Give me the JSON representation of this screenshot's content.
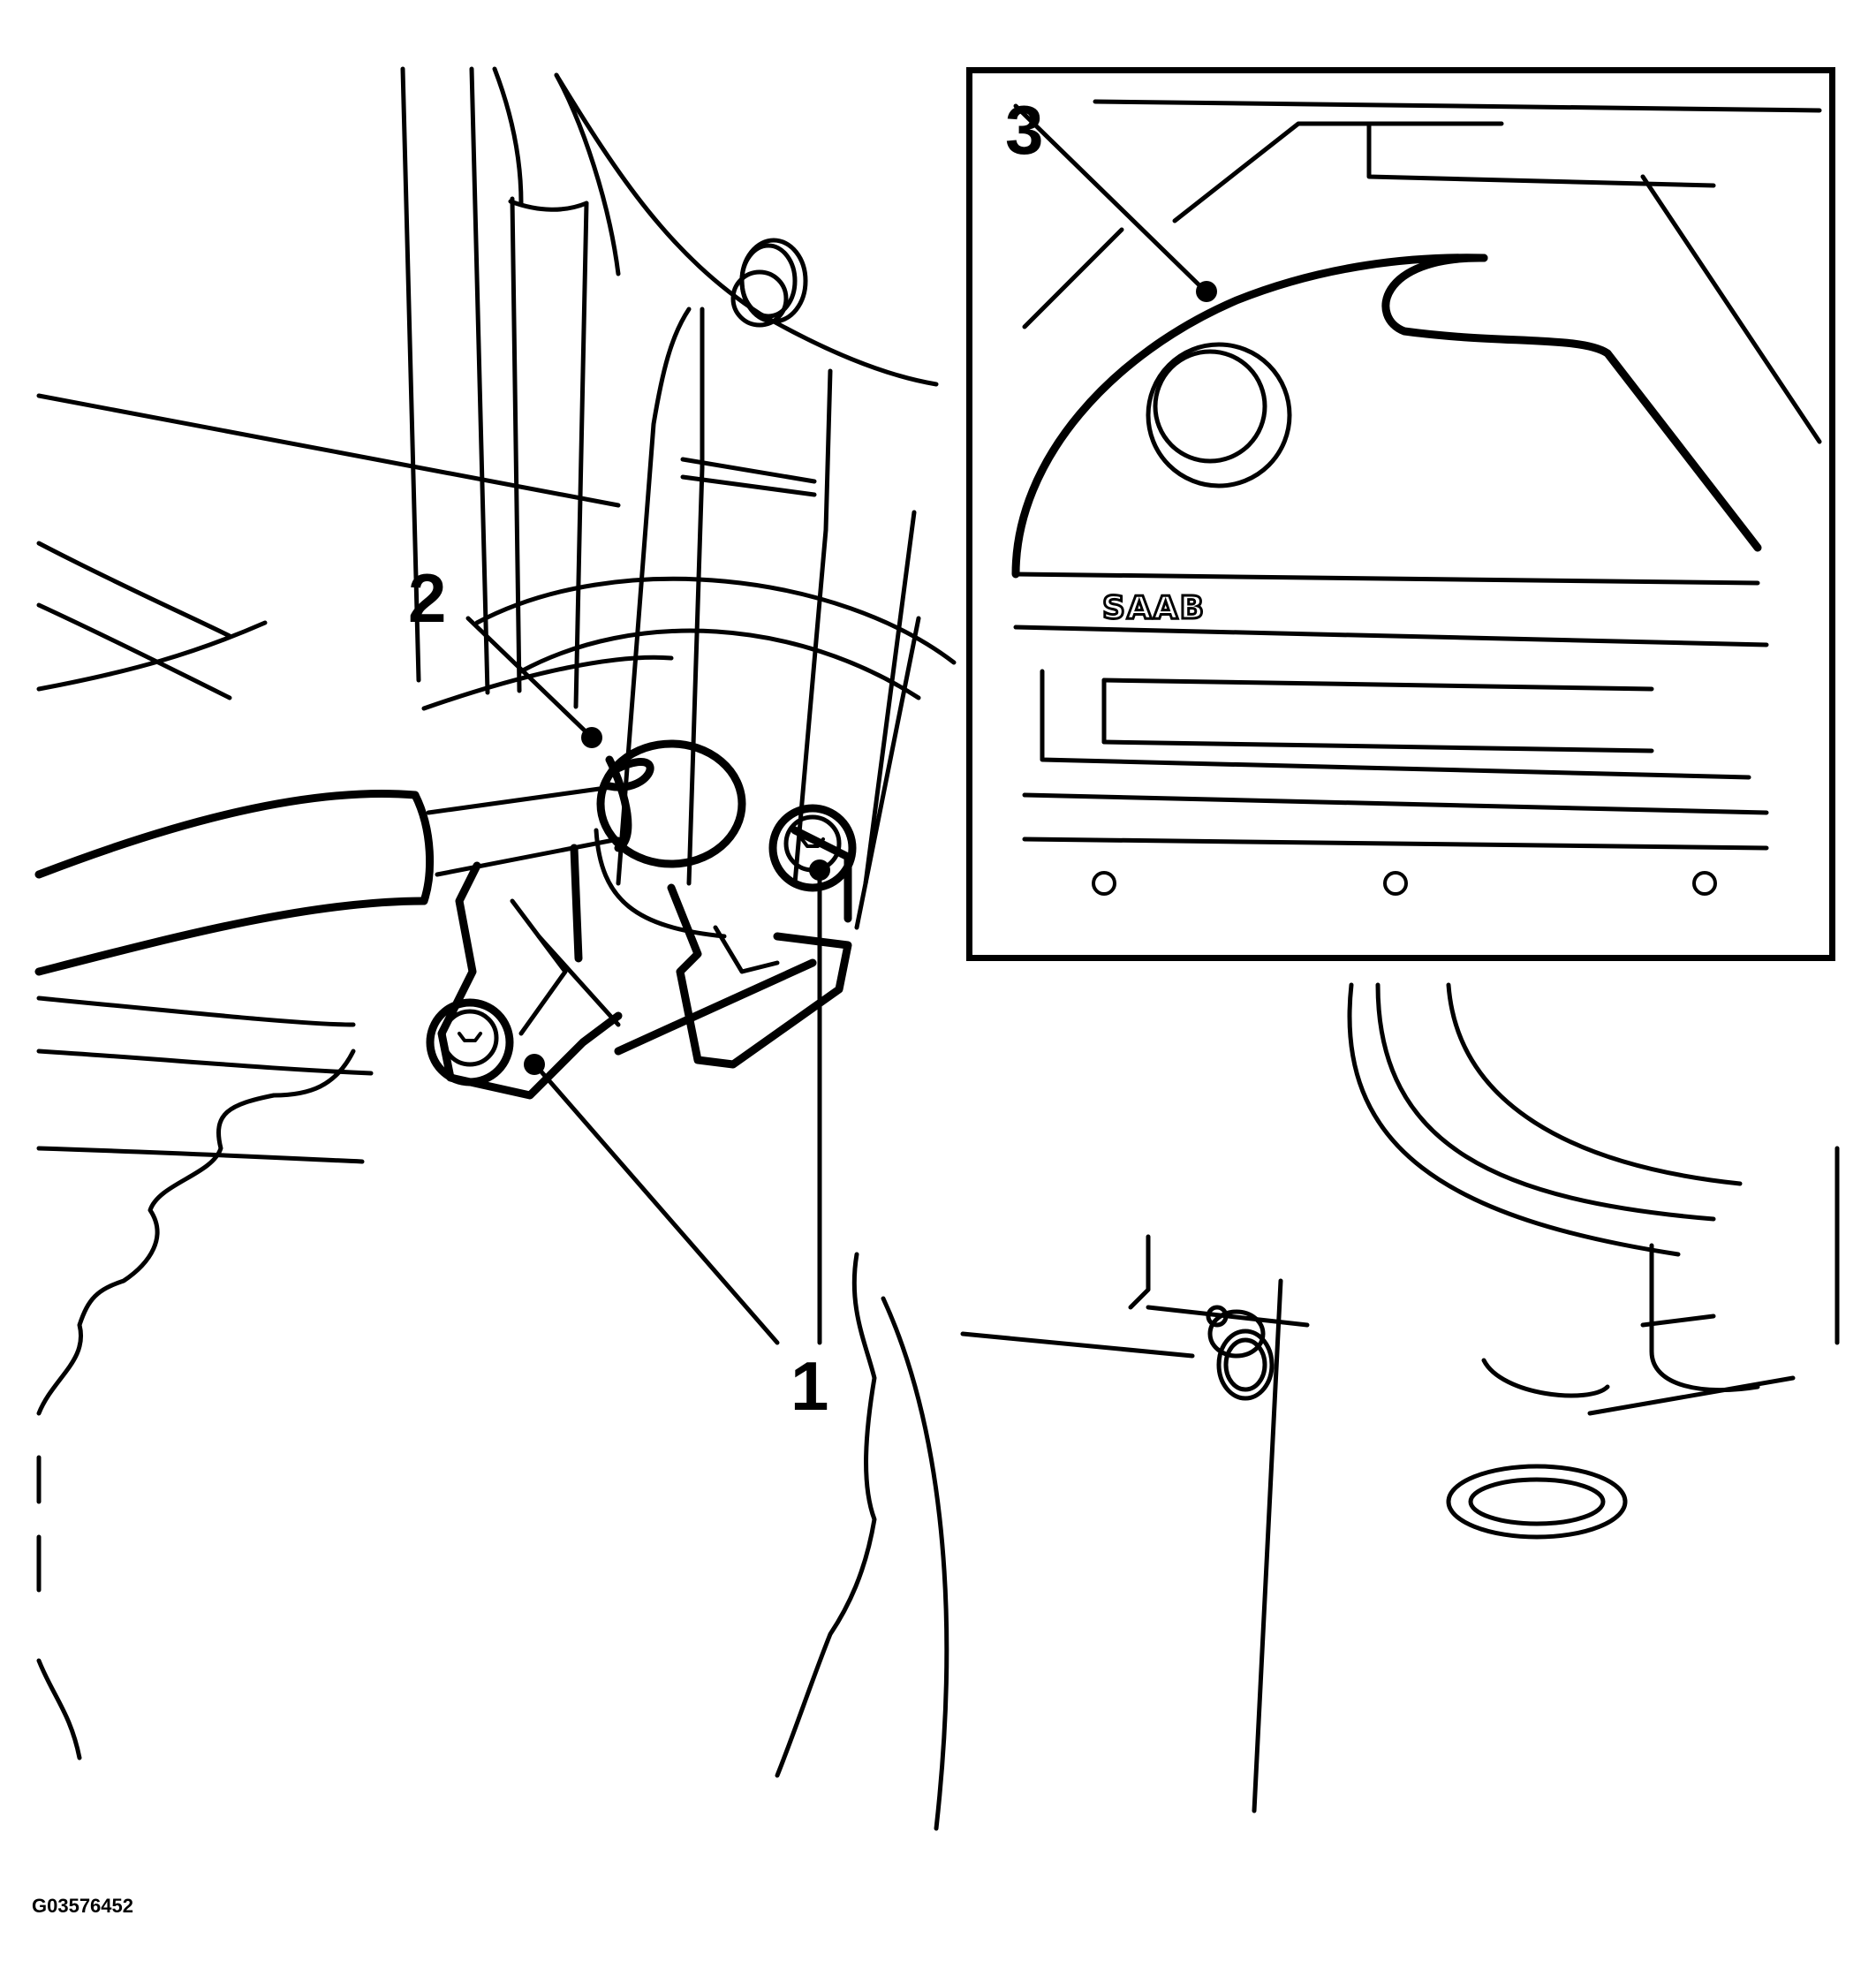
{
  "figure": {
    "id": "G03576452",
    "description": "Engine bay line drawing showing sensor with mounting bolts and connector; inset shows engine cover location"
  },
  "callouts": [
    {
      "number": "1",
      "target": "mounting-bolts"
    },
    {
      "number": "2",
      "target": "electrical-connector"
    },
    {
      "number": "3",
      "target": "engine-cover"
    }
  ],
  "inset": {
    "logo_text": "SAAB"
  },
  "colors": {
    "line": "#000000",
    "background": "#ffffff"
  }
}
